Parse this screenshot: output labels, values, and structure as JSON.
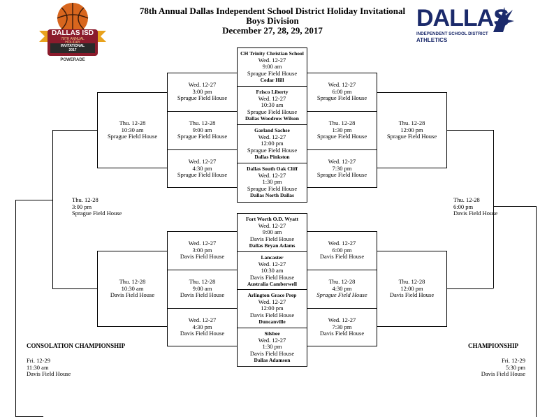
{
  "header": {
    "line1": "78th Annual Dallas Independent School District Holiday Invitational",
    "line2": "Boys Division",
    "line3": "December 27, 28, 29, 2017"
  },
  "logo_left": {
    "text1": "DALLAS ISD",
    "text2": "78TH ANNUAL",
    "text3": "HOLIDAY",
    "text4": "INVITATIONAL",
    "year": "2017",
    "sponsor": "POWERADE",
    "colors": {
      "gold": "#e8a21d",
      "maroon": "#8b1b2c",
      "ball": "#d8661e",
      "dark": "#2a2a2a"
    }
  },
  "logo_right": {
    "big": "DALLAS",
    "sub": "INDEPENDENT SCHOOL DISTRICT",
    "athletics": "ATHLETICS",
    "color": "#1b2a6b"
  },
  "center_top": [
    {
      "team1": "CH Trinity Christian School",
      "time": "Wed. 12-27",
      "hour": "9:00 am",
      "venue": "Sprague Field House",
      "team2": "Cedar Hill"
    },
    {
      "team1": "Frisco Liberty",
      "time": "Wed. 12-27",
      "hour": "10:30 am",
      "venue": "Sprague Field House",
      "team2": "Dallas Woodrow Wilson"
    },
    {
      "team1": "Garland Sachse",
      "time": "Wed. 12-27",
      "hour": "12:00 pm",
      "venue": "Sprague Field House",
      "team2": "Dallas Pinkston"
    },
    {
      "team1": "Dallas South Oak Cliff",
      "time": "Wed. 12-27",
      "hour": "1:30 pm",
      "venue": "Sprague Field House",
      "team2": "Dallas North Dallas"
    }
  ],
  "center_bottom": [
    {
      "team1": "Fort Worth O.D. Wyatt",
      "time": "Wed. 12-27",
      "hour": "9:00 am",
      "venue": "Davis Field House",
      "team2": "Dallas Bryan Adams"
    },
    {
      "team1": "Lancaster",
      "time": "Wed. 12-27",
      "hour": "10:30 am",
      "venue": "Davis Field House",
      "team2": "Australia Camberwell"
    },
    {
      "team1": "Arlington Grace Prep",
      "time": "Wed. 12-27",
      "hour": "12:00 pm",
      "venue": "Davis Field House",
      "team2": "Duncanville"
    },
    {
      "team1": "Silsbee",
      "time": "Wed. 12-27",
      "hour": "1:30 pm",
      "venue": "Davis Field House",
      "team2": "Dallas Adamson"
    }
  ],
  "left_top_col2": [
    {
      "day": "Wed. 12-27",
      "hour": "3:00 pm",
      "venue": "Sprague Field House"
    },
    {
      "day": "Thu. 12-28",
      "hour": "9:00 am",
      "venue": "Sprague Field House"
    },
    {
      "day": "Wed. 12-27",
      "hour": "4:30 pm",
      "venue": "Sprague Field House"
    }
  ],
  "right_top_col2": [
    {
      "day": "Wed. 12-27",
      "hour": "6:00 pm",
      "venue": "Sprague Field House"
    },
    {
      "day": "Thu. 12-28",
      "hour": "1:30 pm",
      "venue": "Sprague Field House"
    },
    {
      "day": "Wed. 12-27",
      "hour": "7:30 pm",
      "venue": "Sprague Field House"
    }
  ],
  "left_bottom_col2": [
    {
      "day": "Wed. 12-27",
      "hour": "3:00 pm",
      "venue": "Davis Field House"
    },
    {
      "day": "Thu. 12-28",
      "hour": "9:00 am",
      "venue": "Davis Field House"
    },
    {
      "day": "Wed. 12-27",
      "hour": "4:30 pm",
      "venue": "Davis Field House"
    }
  ],
  "right_bottom_col2": [
    {
      "day": "Wed. 12-27",
      "hour": "6:00 pm",
      "venue": "Davis Field House"
    },
    {
      "day": "Thu. 12-28",
      "hour": "4:30 pm",
      "venue": "Sprague Field House"
    },
    {
      "day": "Wed. 12-27",
      "hour": "7:30 pm",
      "venue": "Davis Field House"
    }
  ],
  "left_top_col1": {
    "day": "Thu. 12-28",
    "hour": "10:30 am",
    "venue": "Sprague Field House"
  },
  "right_top_col1": {
    "day": "Thu. 12-28",
    "hour": "12:00 pm",
    "venue": "Sprague Field House"
  },
  "left_bottom_col1": {
    "day": "Thu. 12-28",
    "hour": "10:30 am",
    "venue": "Davis Field House"
  },
  "right_bottom_col1": {
    "day": "Thu. 12-28",
    "hour": "12:00 pm",
    "venue": "Davis Field House"
  },
  "left_semi": {
    "day": "Thu. 12-28",
    "hour": "3:00 pm",
    "venue": "Sprague Field House"
  },
  "right_semi": {
    "day": "Thu. 12-28",
    "hour": "6:00 pm",
    "venue": "Davis Field House"
  },
  "consolation": {
    "title": "CONSOLATION CHAMPIONSHIP",
    "day": "Fri. 12-29",
    "hour": "11:30 am",
    "venue": "Davis Field House"
  },
  "championship": {
    "title": "CHAMPIONSHIP",
    "day": "Fri. 12-29",
    "hour": "5:30 pm",
    "venue": "Davis Field House"
  }
}
